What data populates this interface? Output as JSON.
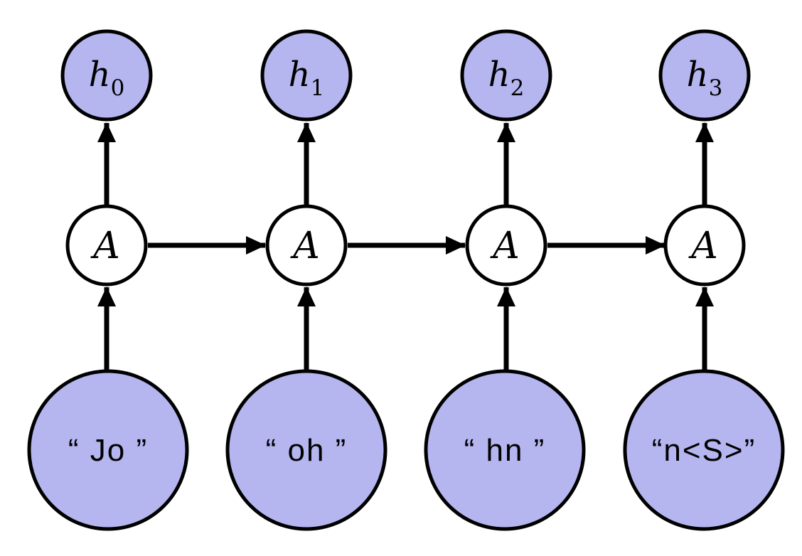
{
  "diagram": {
    "kind": "unrolled-recurrent-network",
    "colors": {
      "hidden_fill": "#b5b5f0",
      "input_fill": "#b5b5f0",
      "cell_fill": "#ffffff",
      "stroke": "#000000",
      "background": "#ffffff"
    },
    "columns": [
      {
        "hidden_base": "h",
        "hidden_sub": "0",
        "cell_label": "A",
        "input_label": "“ Jo ”"
      },
      {
        "hidden_base": "h",
        "hidden_sub": "1",
        "cell_label": "A",
        "input_label": "“ oh ”"
      },
      {
        "hidden_base": "h",
        "hidden_sub": "2",
        "cell_label": "A",
        "input_label": "“ hn ”"
      },
      {
        "hidden_base": "h",
        "hidden_sub": "3",
        "cell_label": "A",
        "input_label": "“n<S>”"
      }
    ]
  }
}
